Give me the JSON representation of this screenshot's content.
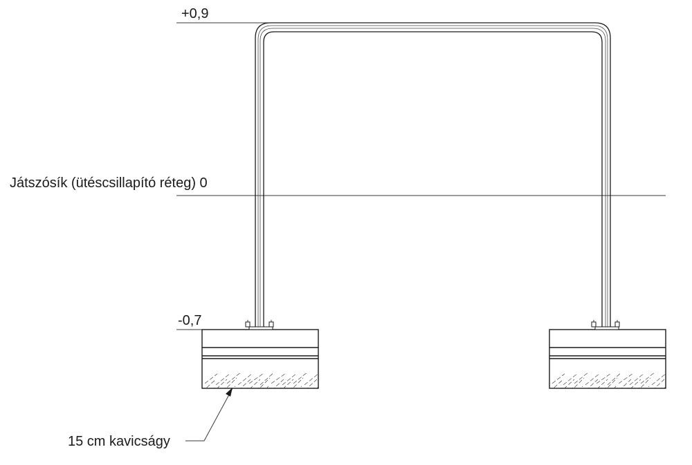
{
  "levels": {
    "top": "+0,9",
    "play_surface": "Játszósík (ütéscsillapító réteg) 0",
    "bottom": "-0,7"
  },
  "callout": {
    "gravel": "15 cm kavicságy"
  }
}
